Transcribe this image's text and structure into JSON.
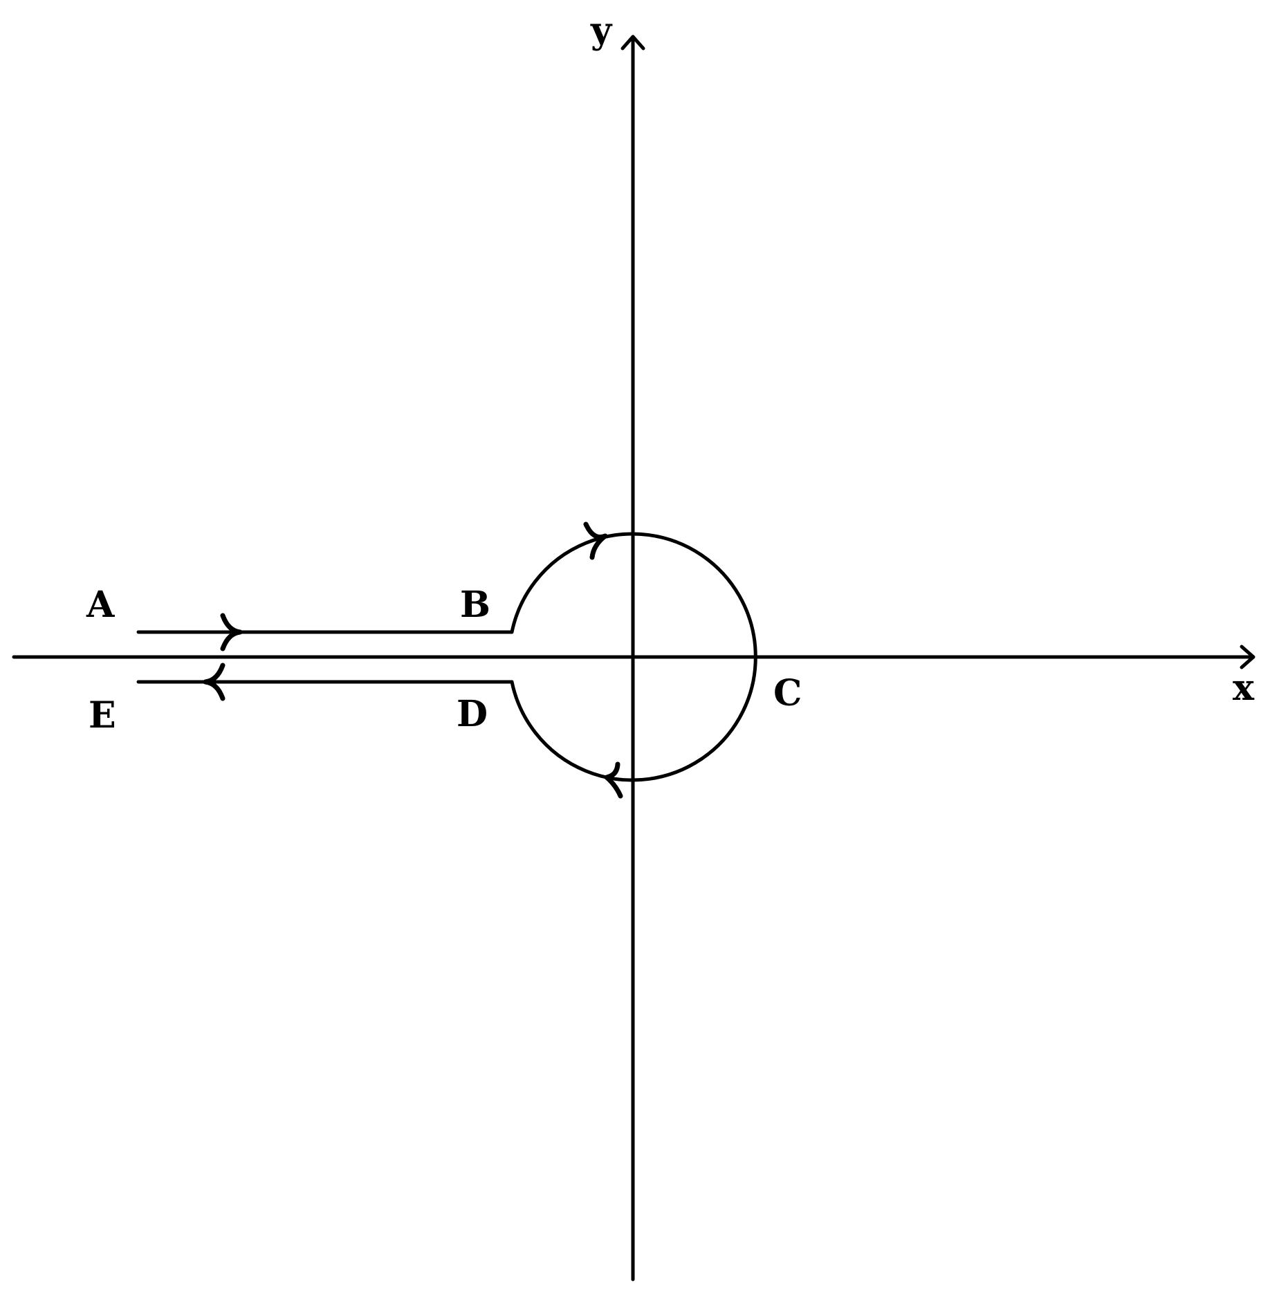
{
  "axes": {
    "x_label": "x",
    "y_label": "y"
  },
  "points": {
    "A": "A",
    "B": "B",
    "C": "C",
    "D": "D",
    "E": "E"
  },
  "colors": {
    "line": "#000000",
    "background": "#ffffff"
  }
}
